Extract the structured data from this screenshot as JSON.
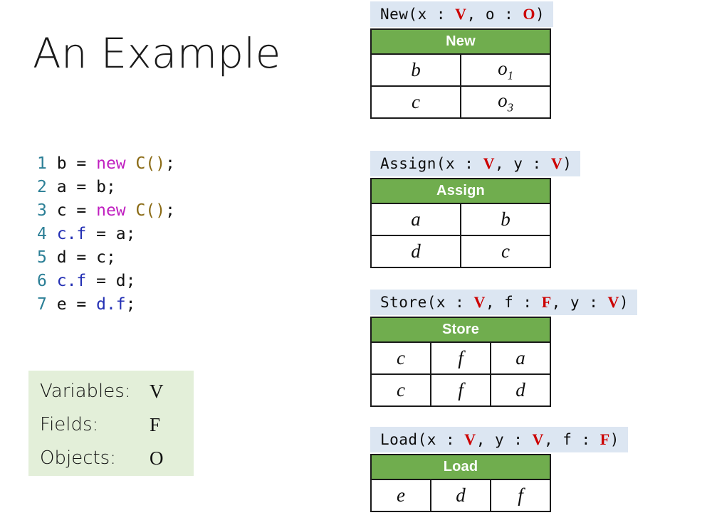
{
  "slide": {
    "title": "An Example"
  },
  "code": {
    "lines": [
      {
        "no": "1",
        "tokens": [
          {
            "t": "plain",
            "s": "b = "
          },
          {
            "t": "kw",
            "s": "new"
          },
          {
            "t": "plain",
            "s": " "
          },
          {
            "t": "type",
            "s": "C()"
          },
          {
            "t": "plain",
            "s": ";"
          }
        ]
      },
      {
        "no": "2",
        "tokens": [
          {
            "t": "plain",
            "s": "a = b;"
          }
        ]
      },
      {
        "no": "3",
        "tokens": [
          {
            "t": "plain",
            "s": "c = "
          },
          {
            "t": "kw",
            "s": "new"
          },
          {
            "t": "plain",
            "s": " "
          },
          {
            "t": "type",
            "s": "C()"
          },
          {
            "t": "plain",
            "s": ";"
          }
        ]
      },
      {
        "no": "4",
        "tokens": [
          {
            "t": "field",
            "s": "c.f"
          },
          {
            "t": "plain",
            "s": " = a;"
          }
        ]
      },
      {
        "no": "5",
        "tokens": [
          {
            "t": "plain",
            "s": "d = c;"
          }
        ]
      },
      {
        "no": "6",
        "tokens": [
          {
            "t": "field",
            "s": "c.f"
          },
          {
            "t": "plain",
            "s": " = d;"
          }
        ]
      },
      {
        "no": "7",
        "tokens": [
          {
            "t": "plain",
            "s": "e = "
          },
          {
            "t": "field",
            "s": "d.f"
          },
          {
            "t": "plain",
            "s": ";"
          }
        ]
      }
    ]
  },
  "legend": {
    "rows": [
      {
        "label": "Variables:",
        "symbol": "V"
      },
      {
        "label": "Fields:",
        "symbol": "F"
      },
      {
        "label": "Objects:",
        "symbol": "O"
      }
    ]
  },
  "relations": [
    {
      "name": "New",
      "signature": [
        {
          "t": "text",
          "s": "New(x : "
        },
        {
          "t": "sym",
          "s": "V"
        },
        {
          "t": "text",
          "s": ", o : "
        },
        {
          "t": "sym",
          "s": "O"
        },
        {
          "t": "text",
          "s": ")"
        }
      ],
      "header": "New",
      "columns": 2,
      "rows": [
        [
          {
            "base": "b",
            "sub": ""
          },
          {
            "base": "o",
            "sub": "1"
          }
        ],
        [
          {
            "base": "c",
            "sub": ""
          },
          {
            "base": "o",
            "sub": "3"
          }
        ]
      ]
    },
    {
      "name": "Assign",
      "signature": [
        {
          "t": "text",
          "s": "Assign(x : "
        },
        {
          "t": "sym",
          "s": "V"
        },
        {
          "t": "text",
          "s": ", y : "
        },
        {
          "t": "sym",
          "s": "V"
        },
        {
          "t": "text",
          "s": ")"
        }
      ],
      "header": "Assign",
      "columns": 2,
      "rows": [
        [
          {
            "base": "a",
            "sub": ""
          },
          {
            "base": "b",
            "sub": ""
          }
        ],
        [
          {
            "base": "d",
            "sub": ""
          },
          {
            "base": "c",
            "sub": ""
          }
        ]
      ]
    },
    {
      "name": "Store",
      "signature": [
        {
          "t": "text",
          "s": "Store(x : "
        },
        {
          "t": "sym",
          "s": "V"
        },
        {
          "t": "text",
          "s": ", f : "
        },
        {
          "t": "sym",
          "s": "F"
        },
        {
          "t": "text",
          "s": ", y : "
        },
        {
          "t": "sym",
          "s": "V"
        },
        {
          "t": "text",
          "s": ")"
        }
      ],
      "header": "Store",
      "columns": 3,
      "rows": [
        [
          {
            "base": "c",
            "sub": ""
          },
          {
            "base": "f",
            "sub": ""
          },
          {
            "base": "a",
            "sub": ""
          }
        ],
        [
          {
            "base": "c",
            "sub": ""
          },
          {
            "base": "f",
            "sub": ""
          },
          {
            "base": "d",
            "sub": ""
          }
        ]
      ]
    },
    {
      "name": "Load",
      "signature": [
        {
          "t": "text",
          "s": "Load(x : "
        },
        {
          "t": "sym",
          "s": "V"
        },
        {
          "t": "text",
          "s": ", y : "
        },
        {
          "t": "sym",
          "s": "V"
        },
        {
          "t": "text",
          "s": ", f : "
        },
        {
          "t": "sym",
          "s": "F"
        },
        {
          "t": "text",
          "s": ")"
        }
      ],
      "header": "Load",
      "columns": 3,
      "rows": [
        [
          {
            "base": "e",
            "sub": ""
          },
          {
            "base": "d",
            "sub": ""
          },
          {
            "base": "f",
            "sub": ""
          }
        ]
      ]
    }
  ],
  "colors": {
    "header_green": "#70ad4e",
    "signature_blue": "#dce6f2",
    "legend_green": "#e3efd9",
    "symbol_red": "#cc0000",
    "keyword_magenta": "#c020c0",
    "type_gold": "#8a6a14",
    "field_blue": "#2430b4",
    "lineno_teal": "#2b7f96"
  }
}
